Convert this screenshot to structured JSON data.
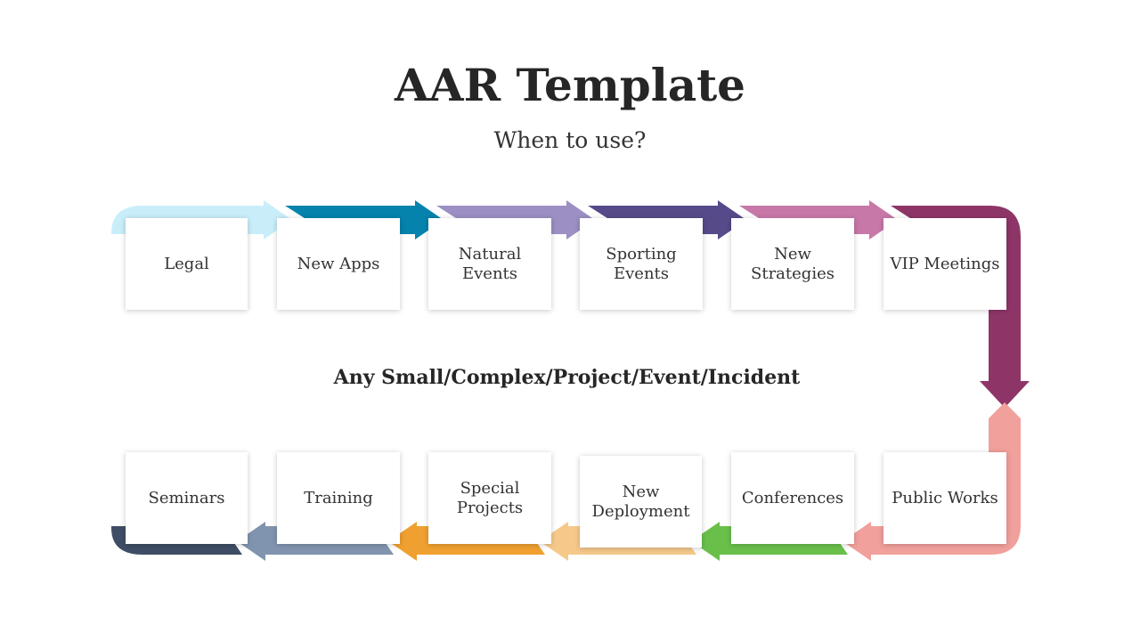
{
  "title": "AAR Template",
  "subtitle": "When to use?",
  "center_text": "Any Small/Complex/Project/Event/Incident",
  "top_row": [
    {
      "label": "Legal",
      "color": "#c9eefa"
    },
    {
      "label": "New Apps",
      "color": "#0583ad"
    },
    {
      "label": "Natural\nEvents",
      "color": "#9b8fc3"
    },
    {
      "label": "Sporting\nEvents",
      "color": "#574a8a"
    },
    {
      "label": "New\nStrategies",
      "color": "#c778a8"
    },
    {
      "label": "VIP Meetings",
      "color": "#8e3568"
    }
  ],
  "bottom_row": [
    {
      "label": "Seminars",
      "color": "#3f4e66"
    },
    {
      "label": "Training",
      "color": "#8194af"
    },
    {
      "label": "Special\nProjects",
      "color": "#f0a030"
    },
    {
      "label": "New\nDeployment",
      "color": "#f6c98b"
    },
    {
      "label": "Conferences",
      "color": "#6abf4b"
    },
    {
      "label": "Public Works",
      "color": "#f1a09c"
    }
  ]
}
